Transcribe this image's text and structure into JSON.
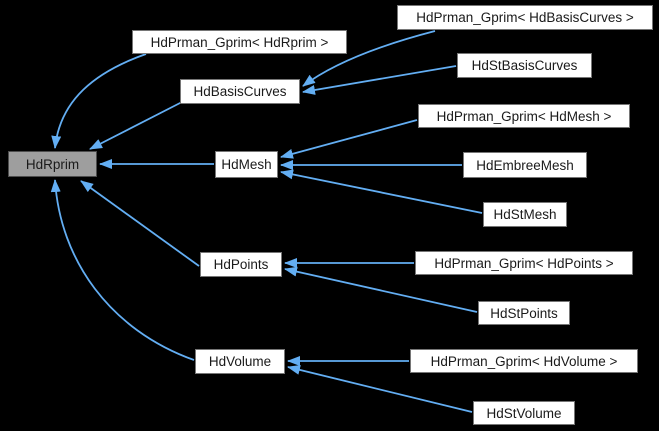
{
  "diagram": {
    "type": "inheritance-graph",
    "root_class": "HdRprim",
    "nodes": [
      {
        "id": "hdrprim",
        "label": "HdRprim",
        "highlighted": true
      },
      {
        "id": "prman_rprim",
        "label": "HdPrman_Gprim< HdRprim >",
        "highlighted": false
      },
      {
        "id": "basiscurves",
        "label": "HdBasisCurves",
        "highlighted": false
      },
      {
        "id": "mesh",
        "label": "HdMesh",
        "highlighted": false
      },
      {
        "id": "points",
        "label": "HdPoints",
        "highlighted": false
      },
      {
        "id": "volume",
        "label": "HdVolume",
        "highlighted": false
      },
      {
        "id": "prman_basiscurves",
        "label": "HdPrman_Gprim< HdBasisCurves >",
        "highlighted": false
      },
      {
        "id": "st_basiscurves",
        "label": "HdStBasisCurves",
        "highlighted": false
      },
      {
        "id": "prman_mesh",
        "label": "HdPrman_Gprim< HdMesh >",
        "highlighted": false
      },
      {
        "id": "embreemesh",
        "label": "HdEmbreeMesh",
        "highlighted": false
      },
      {
        "id": "stmesh",
        "label": "HdStMesh",
        "highlighted": false
      },
      {
        "id": "prman_points",
        "label": "HdPrman_Gprim< HdPoints >",
        "highlighted": false
      },
      {
        "id": "stpoints",
        "label": "HdStPoints",
        "highlighted": false
      },
      {
        "id": "prman_volume",
        "label": "HdPrman_Gprim< HdVolume >",
        "highlighted": false
      },
      {
        "id": "stvolume",
        "label": "HdStVolume",
        "highlighted": false
      }
    ],
    "edges": [
      {
        "from": "prman_rprim",
        "to": "hdrprim"
      },
      {
        "from": "basiscurves",
        "to": "hdrprim"
      },
      {
        "from": "mesh",
        "to": "hdrprim"
      },
      {
        "from": "points",
        "to": "hdrprim"
      },
      {
        "from": "volume",
        "to": "hdrprim"
      },
      {
        "from": "prman_basiscurves",
        "to": "basiscurves"
      },
      {
        "from": "st_basiscurves",
        "to": "basiscurves"
      },
      {
        "from": "prman_mesh",
        "to": "mesh"
      },
      {
        "from": "embreemesh",
        "to": "mesh"
      },
      {
        "from": "stmesh",
        "to": "mesh"
      },
      {
        "from": "prman_points",
        "to": "points"
      },
      {
        "from": "stpoints",
        "to": "points"
      },
      {
        "from": "prman_volume",
        "to": "volume"
      },
      {
        "from": "stvolume",
        "to": "volume"
      }
    ]
  },
  "colors": {
    "background": "#000000",
    "edge": "#63aef3",
    "node_background": "#ffffff",
    "node_border": "#767676",
    "node_text": "#1a1a1a",
    "highlight_background": "#9e9e9e",
    "highlight_border": "#4d4d4d"
  }
}
